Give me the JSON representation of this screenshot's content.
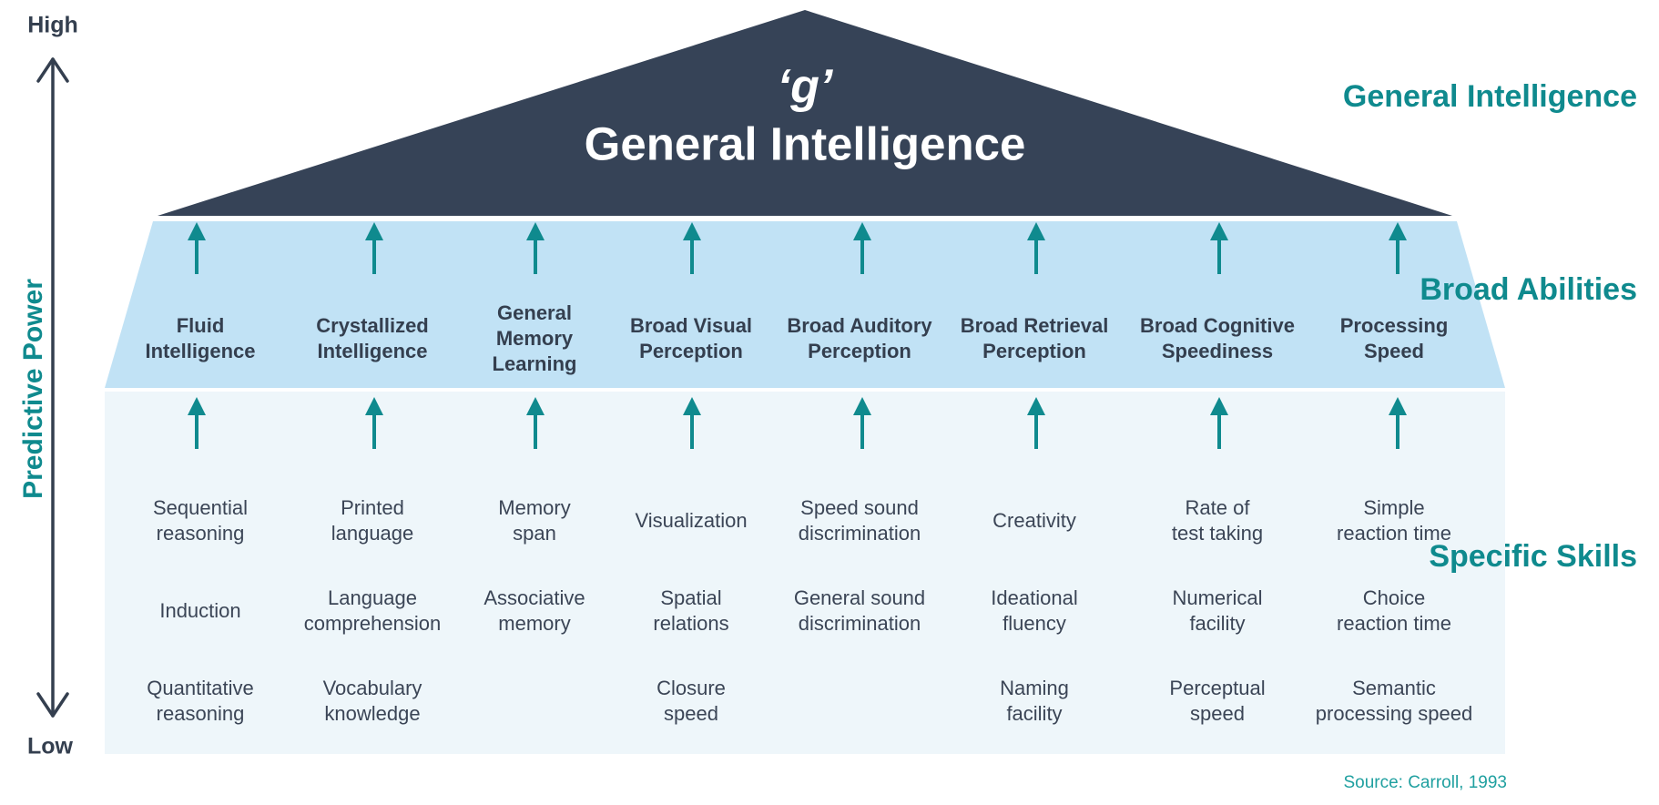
{
  "axis": {
    "top_label": "High",
    "bottom_label": "Low",
    "title": "Predictive Power"
  },
  "apex": {
    "symbol": "‘g’",
    "title": "General Intelligence"
  },
  "levels": {
    "general": "General\nIntelligence",
    "broad": "Broad\nAbilities",
    "specific": "Specific\nSkills"
  },
  "columns": [
    {
      "broad": "Fluid\nIntelligence",
      "skills": [
        "Sequential\nreasoning",
        "Induction",
        "Quantitative\nreasoning"
      ]
    },
    {
      "broad": "Crystallized\nIntelligence",
      "skills": [
        "Printed\nlanguage",
        "Language\ncomprehension",
        "Vocabulary\nknowledge"
      ]
    },
    {
      "broad": "General\nMemory\nLearning",
      "skills": [
        "Memory\nspan",
        "Associative\nmemory",
        ""
      ]
    },
    {
      "broad": "Broad Visual\nPerception",
      "skills": [
        "Visualization",
        "Spatial\nrelations",
        "Closure\nspeed"
      ]
    },
    {
      "broad": "Broad Auditory\nPerception",
      "skills": [
        "Speed sound\ndiscrimination",
        "General sound\ndiscrimination",
        ""
      ]
    },
    {
      "broad": "Broad Retrieval\nPerception",
      "skills": [
        "Creativity",
        "Ideational\nfluency",
        "Naming\nfacility"
      ]
    },
    {
      "broad": "Broad Cognitive\nSpeediness",
      "skills": [
        "Rate of\ntest taking",
        "Numerical\nfacility",
        "Perceptual\nspeed"
      ]
    },
    {
      "broad": "Processing\nSpeed",
      "skills": [
        "Simple\nreaction time",
        "Choice\nreaction time",
        "Semantic\nprocessing speed"
      ]
    }
  ],
  "source": "Source: Carroll, 1993",
  "colors": {
    "apex": "#364357",
    "broad_band": "#c1e2f5",
    "specific_band": "#eef6fa",
    "accent": "#0f8a8e",
    "axis": "#343f4f"
  }
}
